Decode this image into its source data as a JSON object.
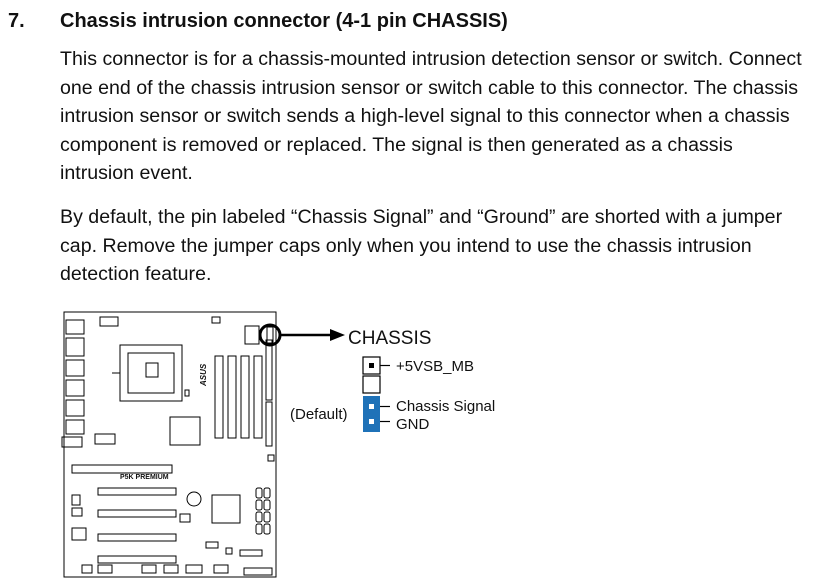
{
  "section": {
    "number": "7.",
    "title": "Chassis intrusion connector (4-1 pin CHASSIS)",
    "paragraphs": [
      "This connector is for a chassis-mounted intrusion detection sensor or switch. Connect one end of the chassis intrusion sensor or switch cable to this connector. The chassis intrusion sensor or switch sends a high-level signal to this connector when a chassis component is removed or replaced. The signal is then generated as a chassis intrusion event.",
      "By default, the pin labeled “Chassis Signal” and “Ground” are shorted with a jumper cap. Remove the jumper caps only when you intend to use the chassis intrusion detection feature."
    ]
  },
  "figure": {
    "board_label": "P5K PREMIUM",
    "brand_mark": "ASUS",
    "connector_name": "CHASSIS",
    "default_label": "(Default)",
    "pins": [
      "+5VSB_MB",
      "Chassis Signal",
      "GND"
    ],
    "colors": {
      "jumper": "#1f72b8",
      "line": "#000000"
    }
  }
}
